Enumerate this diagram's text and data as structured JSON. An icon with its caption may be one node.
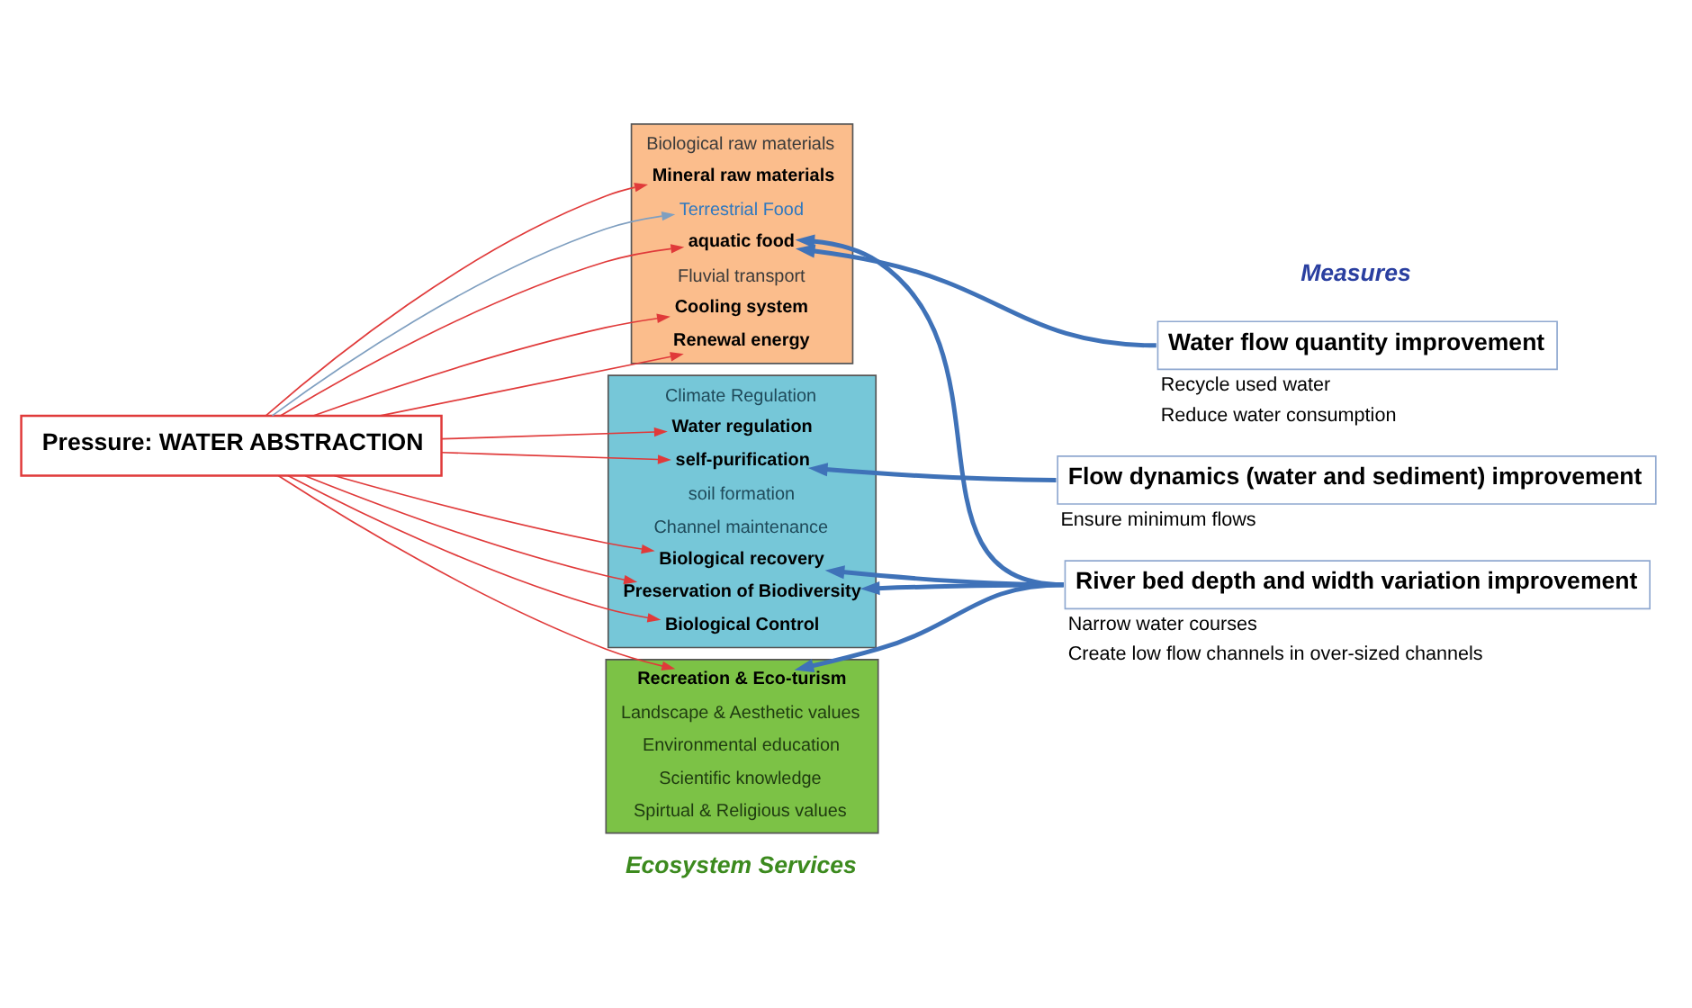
{
  "diagram": {
    "nodes": [
      {
        "text": [
          "Pressure: WATER ABSTRACTION"
        ]
      },
      {
        "text": [],
        "shape": "box"
      },
      {
        "text": [
          "Biological raw materials"
        ],
        "in": 1
      },
      {
        "text": [
          "Mineral raw materials"
        ],
        "in": 1
      },
      {
        "text": [
          "Terrestrial Food"
        ],
        "in": 1
      },
      {
        "text": [
          "aquatic food"
        ],
        "in": 1
      },
      {
        "text": [
          "Fluvial transport"
        ],
        "in": 1
      },
      {
        "text": [
          "Cooling system"
        ],
        "in": 1
      },
      {
        "text": [
          "Renewal energy"
        ],
        "in": 1
      },
      {
        "text": [],
        "shape": "box"
      },
      {
        "text": [
          "Climate Regulation"
        ],
        "in": 9
      },
      {
        "text": [
          "Water regulation"
        ],
        "in": 9
      },
      {
        "text": [
          "self-purification"
        ],
        "in": 9
      },
      {
        "text": [
          "soil formation"
        ],
        "in": 9
      },
      {
        "text": [
          "Channel maintenance"
        ],
        "in": 9
      },
      {
        "text": [
          "Biological recovery"
        ],
        "in": 9
      },
      {
        "text": [
          "Preservation of Biodiversity"
        ],
        "in": 9
      },
      {
        "text": [
          "Biological Control"
        ],
        "in": 9
      },
      {
        "text": [],
        "shape": "box"
      },
      {
        "text": [
          "Recreation & Eco-turism"
        ],
        "in": 18
      },
      {
        "text": [
          "Landscape & Aesthetic values"
        ],
        "in": 18
      },
      {
        "text": [
          "Environmental education"
        ],
        "in": 18
      },
      {
        "text": [
          "Scientific knowledge"
        ],
        "in": 18
      },
      {
        "text": [
          "Spirtual & Religious values"
        ],
        "in": 18
      },
      {
        "text": [
          "Water flow quantity improvement"
        ],
        "beside": [
          "Recycle used water",
          "Reduce water consumption"
        ]
      },
      {
        "text": [
          "Flow dynamics (water and sediment) improvement"
        ],
        "beside": [
          "Ensure minimum flows"
        ]
      },
      {
        "text": [
          "River bed depth and width variation improvement"
        ],
        "beside": [
          "Narrow water courses",
          "Create low flow channels in over-sized channels"
        ]
      }
    ],
    "edges": [
      {
        "from": 0,
        "to": 3,
        "arrow": "to"
      },
      {
        "from": 0,
        "to": 4,
        "arrow": "to",
        "color": "#7f9fc0"
      },
      {
        "from": 0,
        "to": 5,
        "arrow": "to"
      },
      {
        "from": 0,
        "to": 7,
        "arrow": "to"
      },
      {
        "from": 0,
        "to": 8,
        "arrow": "to"
      },
      {
        "from": 0,
        "to": 11,
        "arrow": "to"
      },
      {
        "from": 0,
        "to": 12,
        "arrow": "to"
      },
      {
        "from": 0,
        "to": 15,
        "arrow": "to"
      },
      {
        "from": 0,
        "to": 16,
        "arrow": "to"
      },
      {
        "from": 0,
        "to": 17,
        "arrow": "to"
      },
      {
        "from": 0,
        "to": 19,
        "arrow": "to"
      },
      {
        "from": 24,
        "to": 5,
        "arrow": "to",
        "style": "thick",
        "color": "#3f72b8"
      },
      {
        "from": 26,
        "to": 5,
        "arrow": "to",
        "style": "thick",
        "color": "#3f72b8"
      },
      {
        "from": 25,
        "to": 12,
        "arrow": "to",
        "style": "thick",
        "color": "#3f72b8"
      },
      {
        "from": 26,
        "to": 15,
        "arrow": "to",
        "style": "thick",
        "color": "#3f72b8"
      },
      {
        "from": 26,
        "to": 16,
        "arrow": "to",
        "style": "thick",
        "color": "#3f72b8"
      },
      {
        "from": 26,
        "to": 19,
        "arrow": "to",
        "style": "thick",
        "color": "#3f72b8"
      }
    ],
    "labels": [
      "Ecosystem Services",
      "Measures"
    ]
  }
}
